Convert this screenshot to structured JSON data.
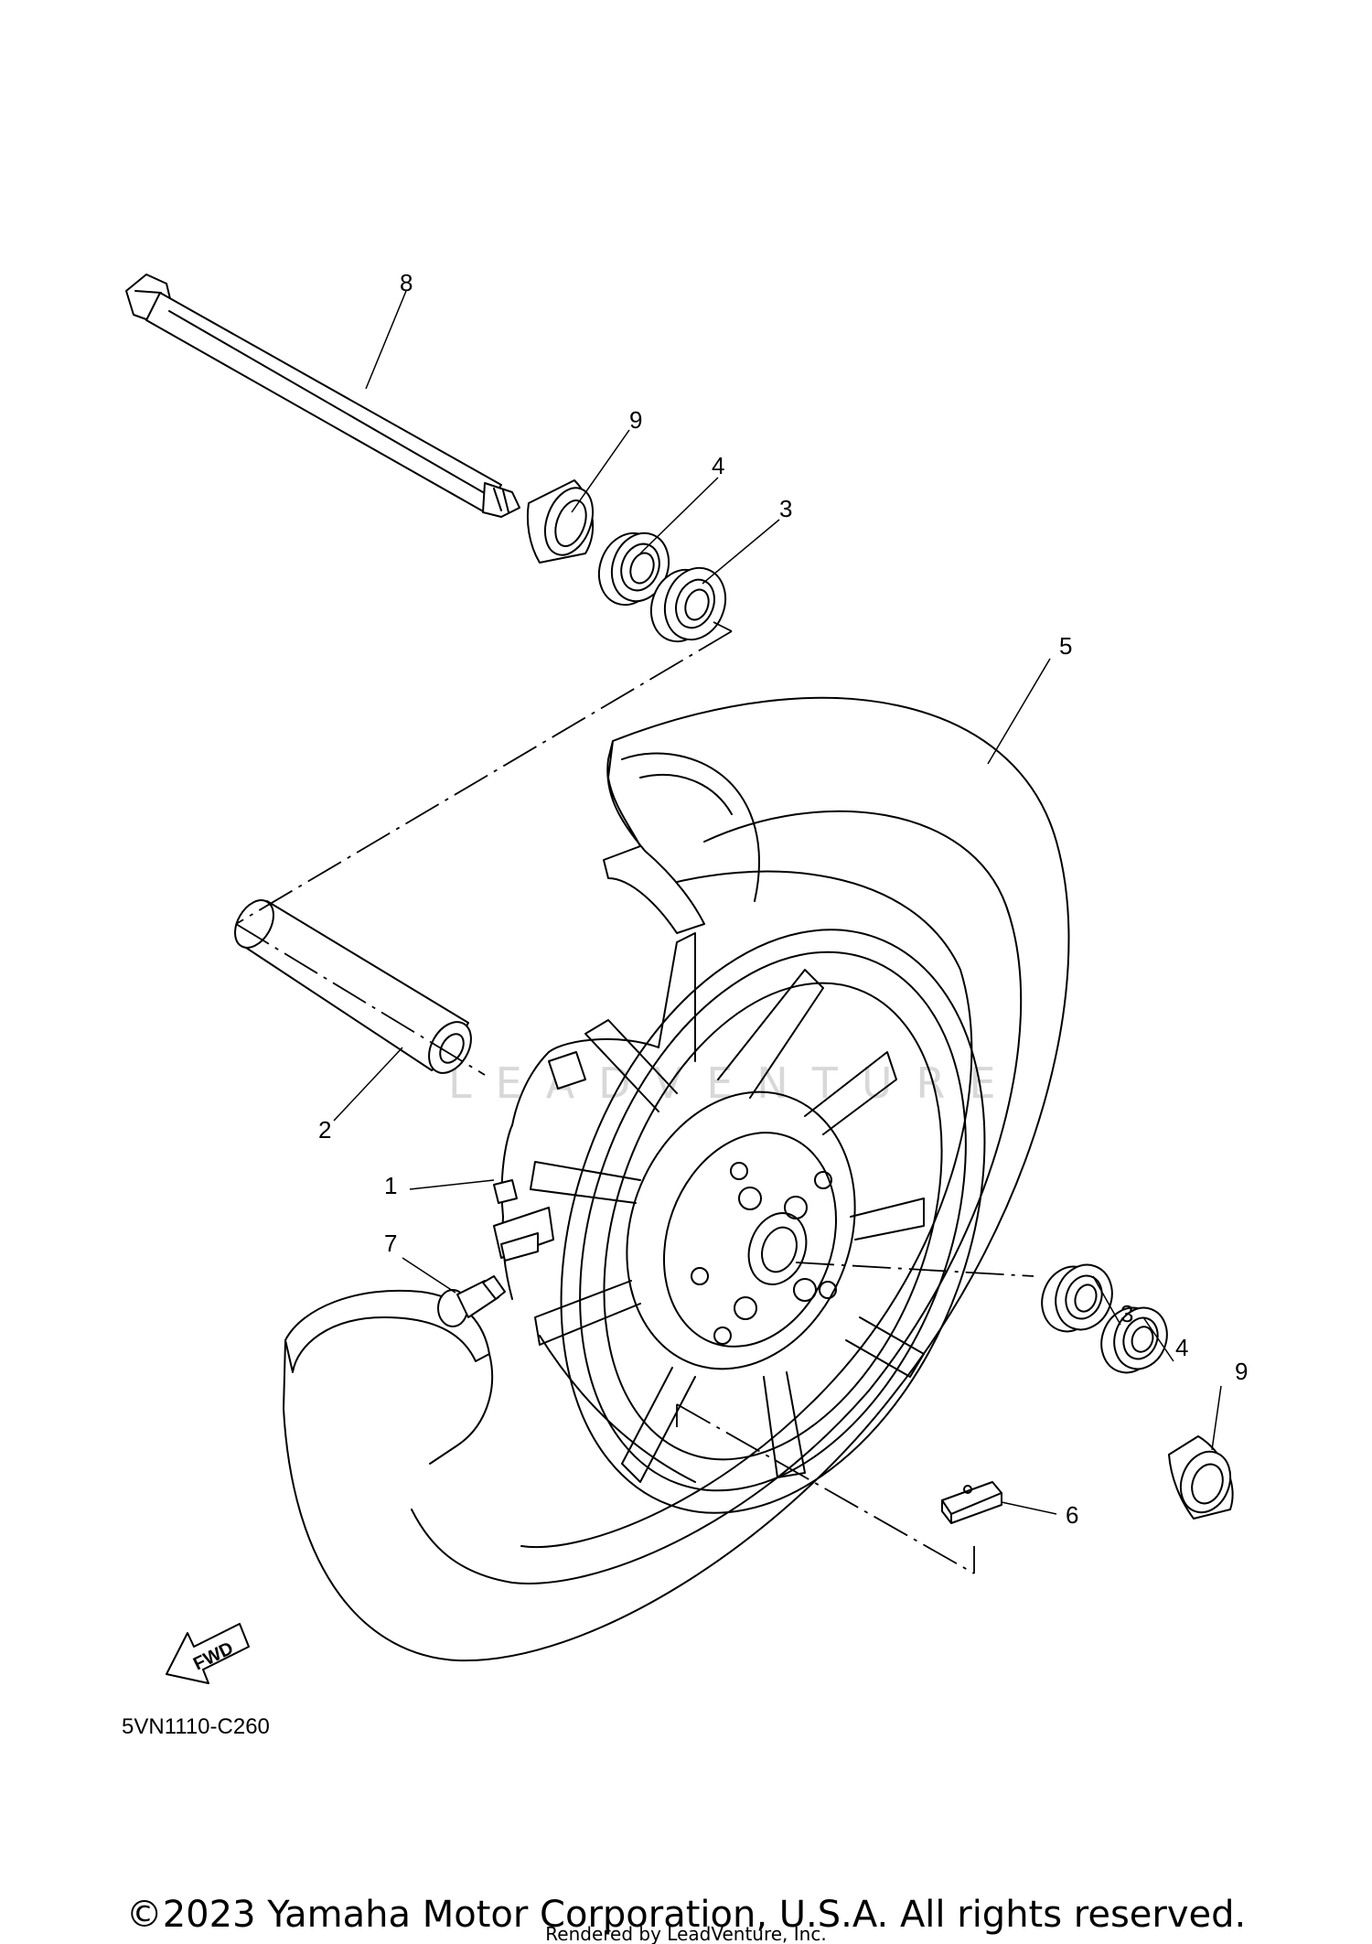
{
  "diagram": {
    "diagram_code": "5VN1110-C260",
    "fwd_label": "FWD",
    "watermark": "LEADVENTURE",
    "callouts": {
      "c1": "1",
      "c2": "2",
      "c3_top": "3",
      "c3_bottom": "3",
      "c4_top": "4",
      "c4_bottom": "4",
      "c5": "5",
      "c6": "6",
      "c7": "7",
      "c8": "8",
      "c9_top": "9",
      "c9_bottom": "9"
    }
  },
  "footer": {
    "copyright": "©2023 Yamaha Motor Corporation, U.S.A. All rights reserved.",
    "rendered_by": "Rendered by LeadVenture, Inc."
  }
}
